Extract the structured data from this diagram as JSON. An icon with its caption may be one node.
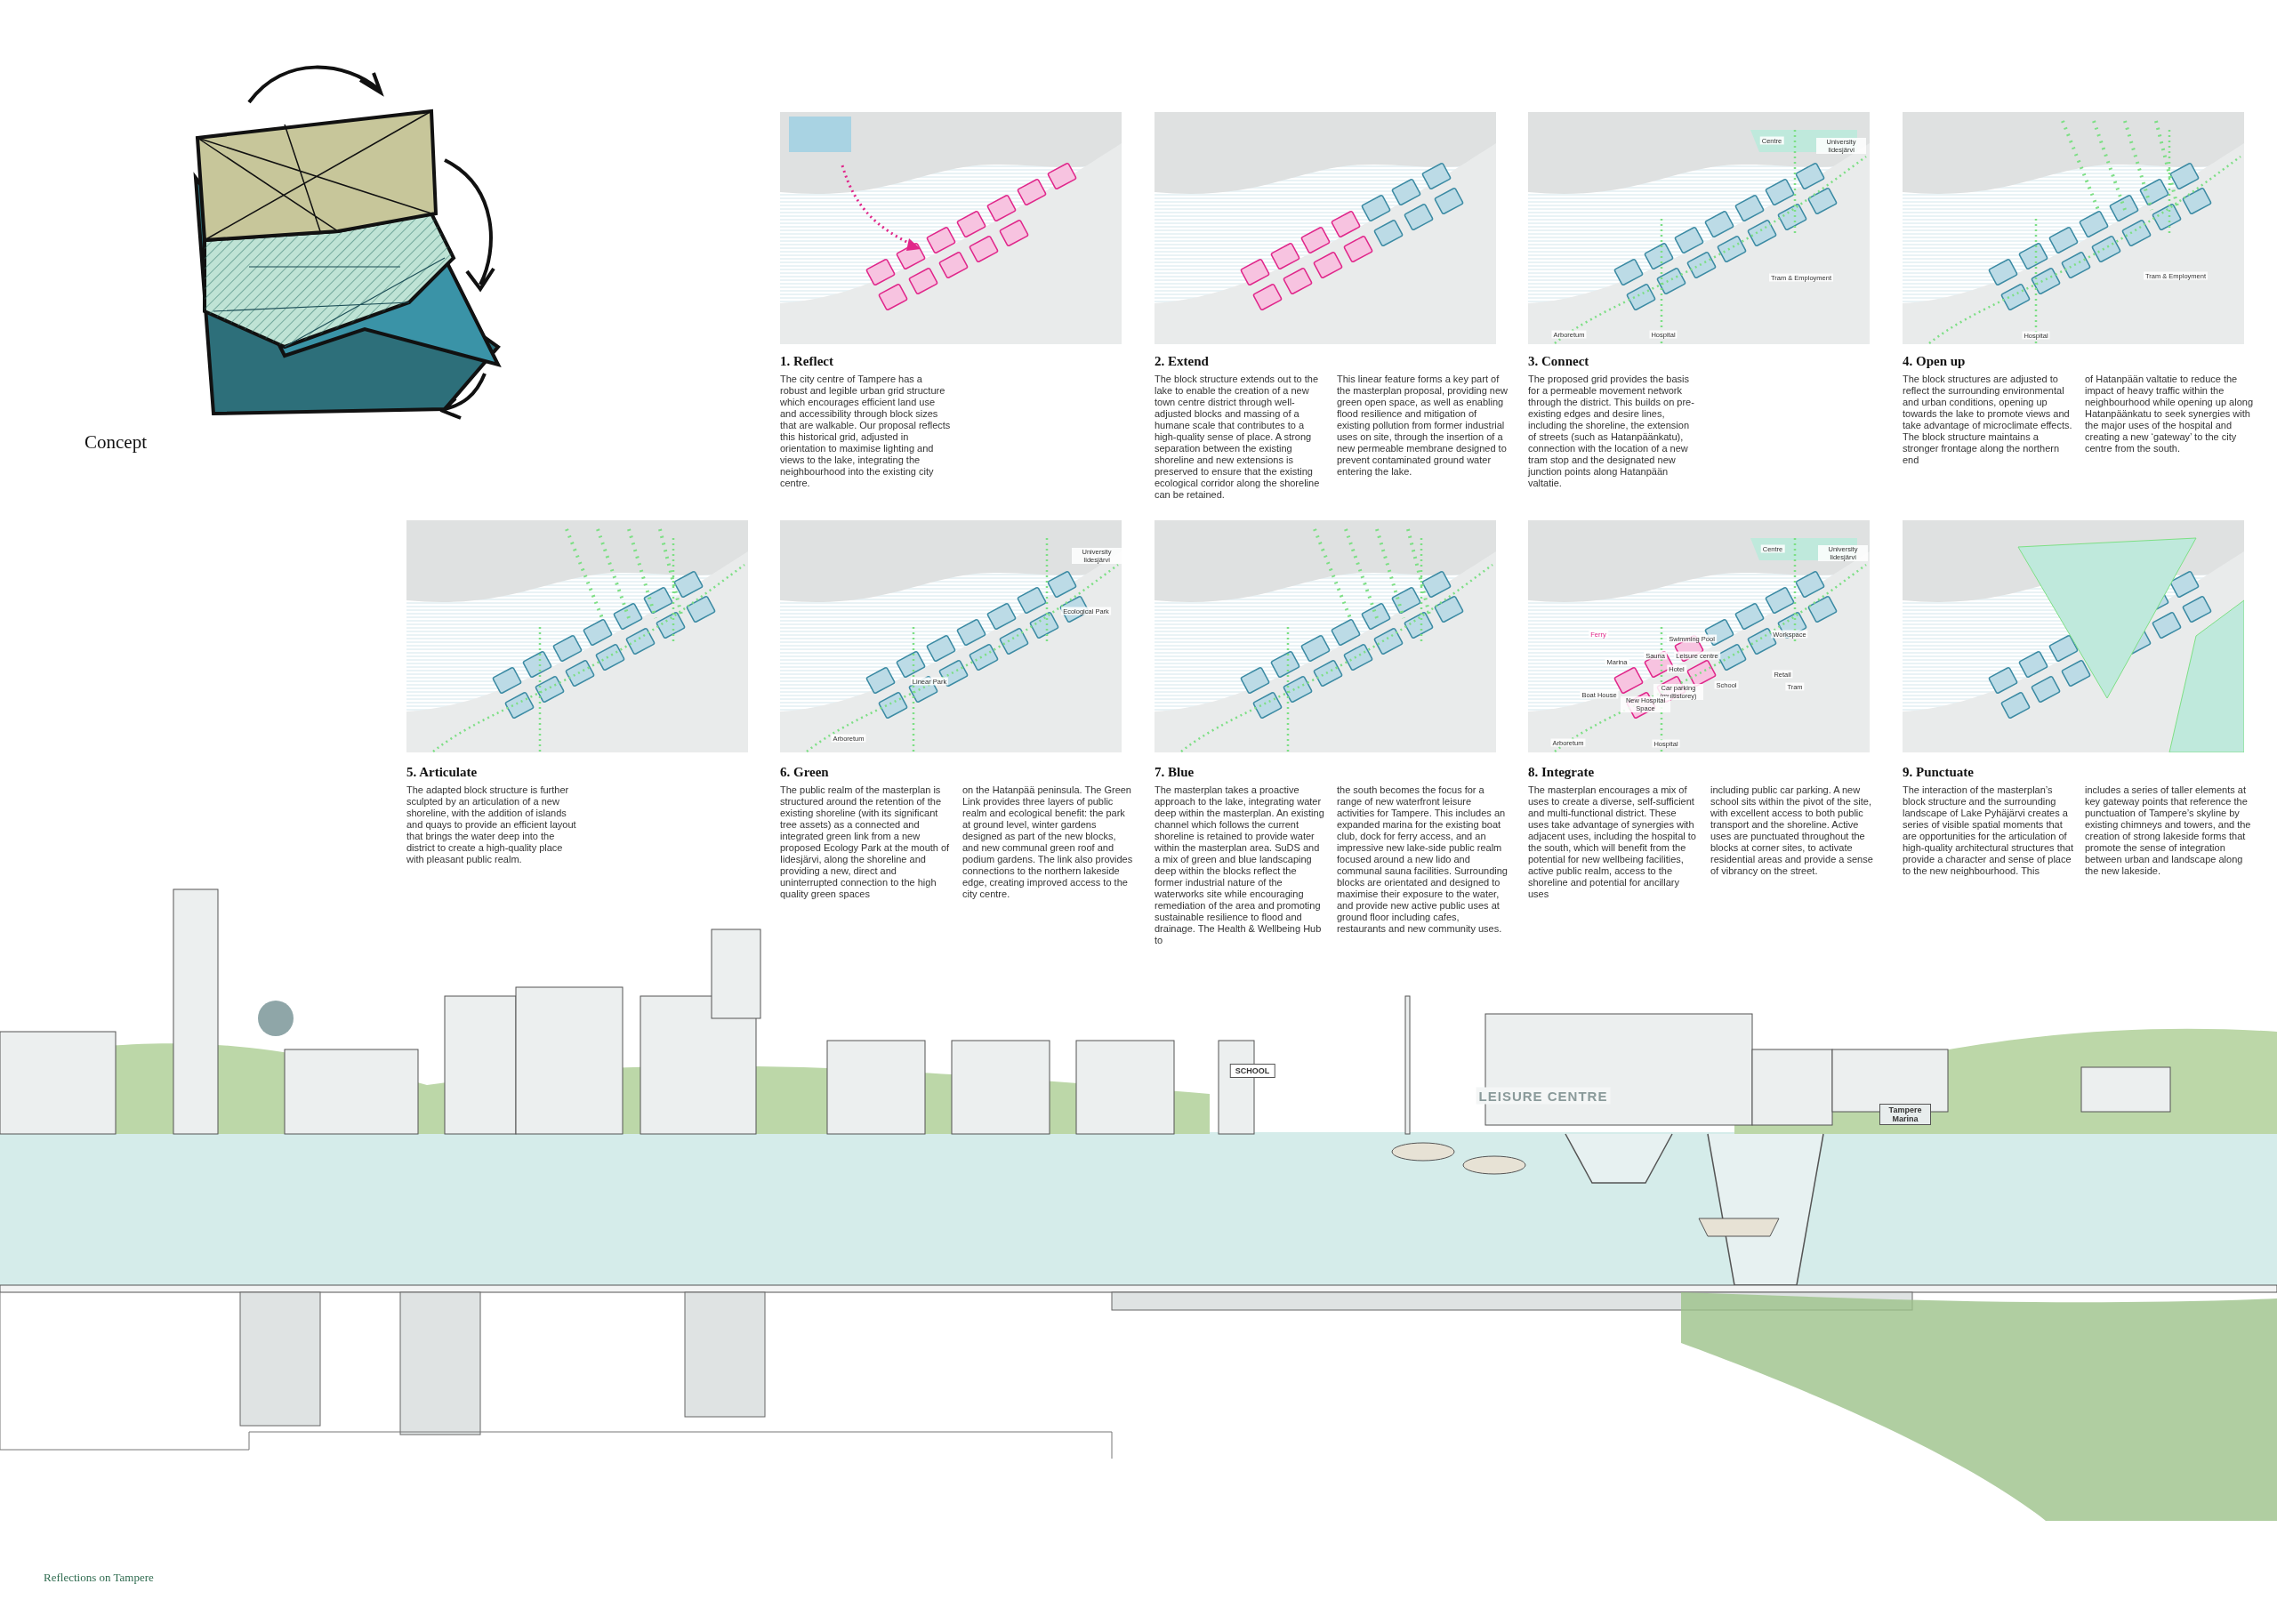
{
  "diagram": {
    "caption": "Reflections on Tampere",
    "labels": [
      "Concept",
      "1. Reflect",
      "The city centre of Tampere has a robust and legible urban grid structure which encourages efficient land use and accessibility through block sizes that are walkable. Our proposal reflects this historical grid, adjusted in orientation to maximise lighting and views to the lake, integrating the neighbourhood into the existing city centre.",
      "2. Extend",
      "The block structure extends out to the lake to enable the creation of a new town centre district through well-adjusted blocks and massing of a humane scale that contributes to a high-quality sense of place. A strong separation between the existing shoreline and new extensions is preserved to ensure that the existing ecological corridor along the shoreline can be retained.",
      "This linear feature forms a key part of the masterplan proposal, providing new green open space, as well as enabling flood resilience and mitigation of existing pollution from former industrial uses on site, through the insertion of a new permeable membrane designed to prevent contaminated ground water entering the lake.",
      "3. Connect",
      "The proposed grid provides the basis for a permeable movement network through the district. This builds on pre-existing edges and desire lines, including the shoreline, the extension of streets (such as Hatanpäänkatu), connection with the location of a new tram stop and the designated new junction points along Hatanpään valtatie.",
      "4. Open up",
      "The block structures are adjusted to reflect the surrounding environmental and urban conditions, opening up towards the lake to promote views and take advantage of microclimate effects. The block structure maintains a stronger frontage along the northern end",
      "of Hatanpään valtatie to reduce the impact of heavy traffic within the neighbourhood while opening up along Hatanpäänkatu to seek synergies with the major uses of the hospital and creating a new ‘gateway’ to the city centre from the south.",
      "5. Articulate",
      "The adapted block structure is further sculpted by an articulation of a new shoreline, with the addition of islands and quays to provide an efficient layout that brings the water deep into the district to create a high-quality place with pleasant public realm.",
      "6. Green",
      "The public realm of the masterplan is structured around the retention of the existing shoreline (with its significant tree assets) as a connected and integrated green link from a new proposed Ecology Park at the mouth of Iidesjärvi, along the shoreline and providing a new, direct and uninterrupted connection to the high quality green spaces",
      "on the Hatanpää peninsula. The Green Link provides three layers of public realm and ecological benefit: the park at ground level, winter gardens designed as part of the new blocks, and new communal green roof and podium gardens. The link also provides connections to the northern lakeside edge, creating improved access to the city centre.",
      "7. Blue",
      "The masterplan takes a proactive approach to the lake, integrating water deep within the masterplan. An existing channel which follows the current shoreline is retained to provide water within the masterplan area. SuDS and a mix of green and blue landscaping deep within the blocks reflect the former industrial nature of the waterworks site while encouraging remediation of the area and promoting sustainable resilience to flood and drainage. The Health & Wellbeing Hub to",
      "the south becomes the focus for a range of new waterfront leisure activities for Tampere. This includes an expanded marina for the existing boat club, dock for ferry access, and an impressive new lake-side public realm focused around a new lido and communal sauna facilities. Surrounding blocks are orientated and designed to maximise their exposure to the water, and provide new active public uses at ground floor including cafes, restaurants and new community uses.",
      "8. Integrate",
      "The masterplan encourages a mix of uses to create a diverse, self-sufficient and multi-functional district. These uses take advantage of synergies with adjacent uses, including the hospital to the south, which will benefit from the potential for new wellbeing facilities, active public realm, access to the shoreline and potential for ancillary uses",
      "including public car parking. A new school sits within the pivot of the site, with excellent access to both public transport and the shoreline. Active uses are punctuated throughout the blocks at corner sites, to activate residential areas and provide a sense of vibrancy on the street.",
      "9. Punctuate",
      "The interaction of the masterplan’s block structure and the surrounding landscape of Lake Pyhäjärvi creates a series of visible spatial moments that are opportunities for the articulation of high-quality architectural structures that provide a character and sense of place to the new neighbourhood. This",
      "includes a series of taller elements at key gateway points that reference the punctuation of Tampere’s skyline by existing chimneys and towers, and the creation of strong lakeside forms that promote the sense of integration between urban and landscape along the new lakeside.",
      "Centre",
      "University Iidesjärvi",
      "Tram & Employment",
      "Arboretum",
      "Hospital",
      "Tram & Employment",
      "Hospital",
      "University Iidesjärvi",
      "Ecological Park",
      "Linear Park",
      "Arboretum",
      "Centre",
      "University Iidesjärvi",
      "Ferry",
      "Swimming Pool",
      "Workspace",
      "Marina",
      "Sauna",
      "Leisure centre",
      "Hotel",
      "Retail",
      "School",
      "Tram",
      "Boat House",
      "Car parking (multistorey)",
      "New Hospital Space",
      "Arboretum",
      "Hospital",
      "SCHOOL",
      "LEISURE CENTRE",
      "Tampere Marina"
    ]
  }
}
